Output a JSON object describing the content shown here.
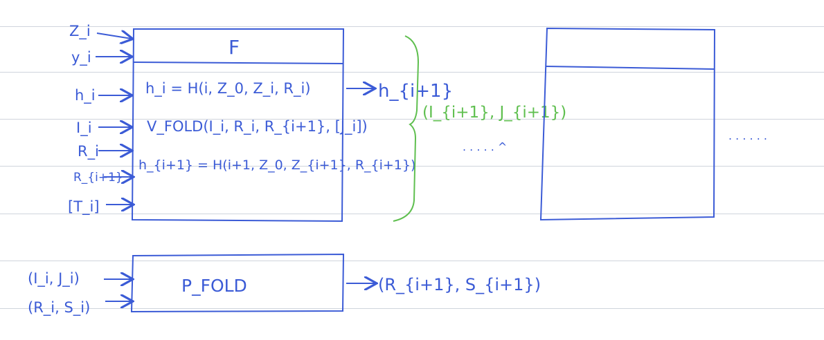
{
  "f_box": {
    "title": "F",
    "inputs": [
      "Z_i",
      "y_i",
      "h_i",
      "I_i",
      "R_i",
      "R_{i+1}",
      "[T_i]"
    ],
    "lines": [
      "h_i = H(i, Z_0, Z_i, R_i)",
      "V_FOLD(I_i, R_i, R_{i+1}, [J_i])",
      "h_{i+1} = H(i+1, Z_0, Z_{i+1}, R_{i+1})"
    ],
    "output": "h_{i+1}"
  },
  "bracket_label": "(I_{i+1}, J_{i+1})",
  "continuation_dots": ". . . . . ^",
  "right_dots": ". . . . . .",
  "p_box": {
    "title": "P_FOLD",
    "inputs": [
      "(I_i, J_i)",
      "(R_i, S_i)"
    ],
    "output": "(R_{i+1}, S_{i+1})"
  },
  "colors": {
    "ink": "#3b5bd6",
    "accent": "#5fbf4f",
    "rule": "#cfd4dc"
  }
}
